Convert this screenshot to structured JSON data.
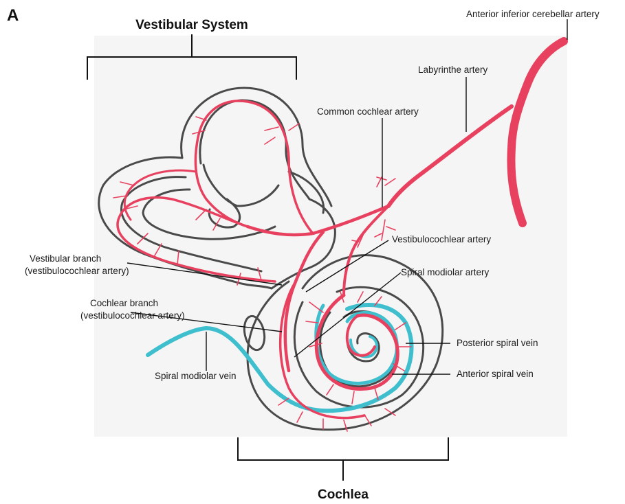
{
  "panel_letter": "A",
  "headings": {
    "vestibular_system": "Vestibular System",
    "cochlea": "Cochlea"
  },
  "labels": {
    "aica": "Anterior inferior cerebellar artery",
    "labyrinthe": "Labyrinthe artery",
    "common_cochlear": "Common cochlear artery",
    "vestibulocochlear": "Vestibulocochlear artery",
    "vestibular_branch_1": "Vestibular branch",
    "vestibular_branch_2": "(vestibulocochlear artery)",
    "spiral_modiolar_artery": "Spiral modiolar artery",
    "cochlear_branch_1": "Cochlear branch",
    "cochlear_branch_2": "(vestibulocochlear artery)",
    "posterior_spiral_vein": "Posterior spiral vein",
    "anterior_spiral_vein": "Anterior spiral vein",
    "spiral_modiolar_vein": "Spiral modiolar vein"
  },
  "colors": {
    "artery": "#e8415f",
    "vein": "#3fbfce",
    "pencil": "#4a4a4a",
    "paper": "#f5f5f5"
  }
}
